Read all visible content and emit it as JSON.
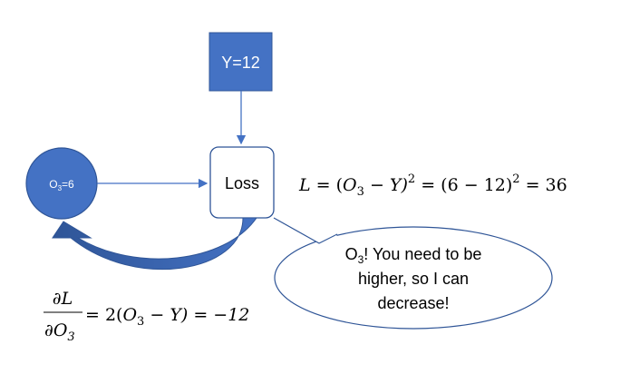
{
  "target_node": {
    "label": "Y=12"
  },
  "loss_node": {
    "label": "Loss"
  },
  "output_node": {
    "label_main": "O",
    "label_sub": "3",
    "label_rest": "=6"
  },
  "loss_equation": {
    "lhs": "L",
    "eq1": " = (",
    "o": "O",
    "o_sub": "3",
    "minus_y": " − Y)",
    "sq1": "2",
    "eq2": " = (6 − 12)",
    "sq2": "2",
    "result": " = 36"
  },
  "gradient_equation": {
    "numerator": "∂L",
    "denominator_d": "∂O",
    "denominator_sub": "3",
    "rhs_a": " = 2(",
    "o": "O",
    "o_sub": "3",
    "rhs_b": " − Y) = −12"
  },
  "speech_bubble": {
    "line1_main": "O",
    "line1_sub": "3",
    "line1_rest": "! You need to be",
    "line2": "higher, so I can",
    "line3": "decrease!"
  },
  "colors": {
    "node_fill": "#4472C4",
    "node_stroke": "#2F5597",
    "arrow": "#4472C4",
    "box_stroke": "#2F5597",
    "bubble_stroke": "#2F5597"
  }
}
